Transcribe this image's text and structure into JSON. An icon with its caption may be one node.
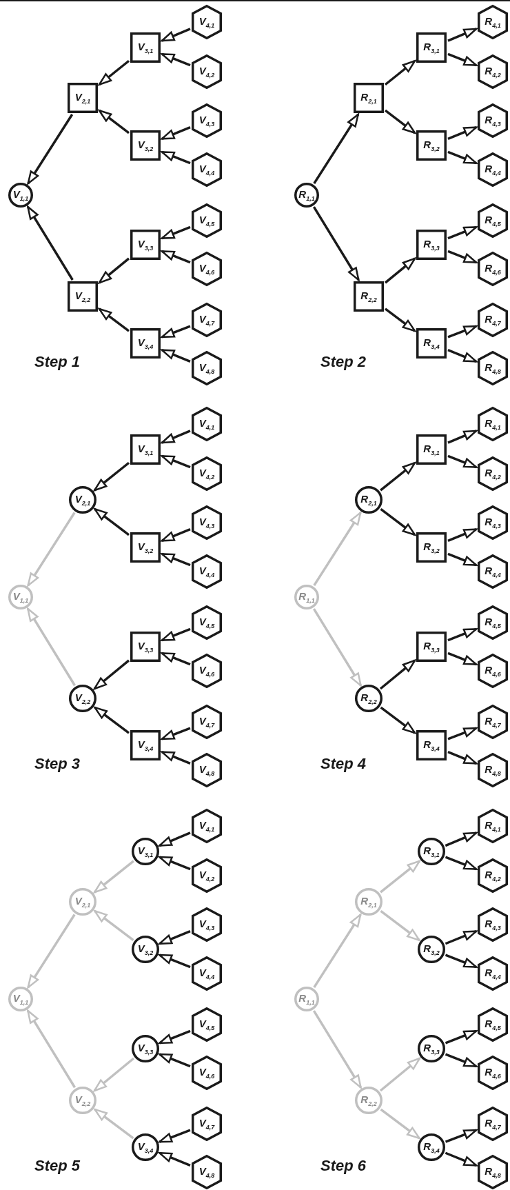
{
  "diagram": {
    "nodes": [
      {
        "text": [
          "V$_{1,1}$"
        ]
      },
      {
        "text": [
          "V$_{2,1}$"
        ]
      },
      {
        "text": [
          "V$_{2,2}$"
        ]
      },
      {
        "text": [
          "V$_{3,1}$"
        ]
      },
      {
        "text": [
          "V$_{3,2}$"
        ]
      },
      {
        "text": [
          "V$_{3,3}$"
        ]
      },
      {
        "text": [
          "V$_{3,4}$"
        ]
      },
      {
        "text": [
          "V$_{4,1}$"
        ]
      },
      {
        "text": [
          "V$_{4,2}$"
        ]
      },
      {
        "text": [
          "V$_{4,3}$"
        ]
      },
      {
        "text": [
          "V$_{4,4}$"
        ]
      },
      {
        "text": [
          "V$_{4,5}$"
        ]
      },
      {
        "text": [
          "V$_{4,6}$"
        ]
      },
      {
        "text": [
          "V$_{4,7}$"
        ]
      },
      {
        "text": [
          "V$_{4,8}$"
        ]
      },
      {
        "text": [
          "R$_{1,1}$"
        ]
      },
      {
        "text": [
          "R$_{2,1}$"
        ]
      },
      {
        "text": [
          "R$_{2,2}$"
        ]
      },
      {
        "text": [
          "R$_{3,1}$"
        ]
      },
      {
        "text": [
          "R$_{3,2}$"
        ]
      },
      {
        "text": [
          "R$_{3,3}$"
        ]
      },
      {
        "text": [
          "R$_{3,4}$"
        ]
      },
      {
        "text": [
          "R$_{4,1}$"
        ]
      },
      {
        "text": [
          "R$_{4,2}$"
        ]
      },
      {
        "text": [
          "R$_{4,3}$"
        ]
      },
      {
        "text": [
          "R$_{4,4}$"
        ]
      },
      {
        "text": [
          "R$_{4,5}$"
        ]
      },
      {
        "text": [
          "R$_{4,6}$"
        ]
      },
      {
        "text": [
          "R$_{4,7}$"
        ]
      },
      {
        "text": [
          "R$_{4,8}$"
        ]
      },
      {
        "text": [
          "V$_{1,1}$"
        ]
      },
      {
        "text": [
          "V$_{2,1}$"
        ]
      },
      {
        "text": [
          "V$_{2,2}$"
        ]
      },
      {
        "text": [
          "V$_{3,1}$"
        ]
      },
      {
        "text": [
          "V$_{3,2}$"
        ]
      },
      {
        "text": [
          "V$_{3,3}$"
        ]
      },
      {
        "text": [
          "V$_{3,4}$"
        ]
      },
      {
        "text": [
          "V$_{4,1}$"
        ]
      },
      {
        "text": [
          "V$_{4,2}$"
        ]
      },
      {
        "text": [
          "V$_{4,3}$"
        ]
      },
      {
        "text": [
          "V$_{4,4}$"
        ]
      },
      {
        "text": [
          "V$_{4,5}$"
        ]
      },
      {
        "text": [
          "V$_{4,6}$"
        ]
      },
      {
        "text": [
          "V$_{4,7}$"
        ]
      },
      {
        "text": [
          "V$_{4,8}$"
        ]
      },
      {
        "text": [
          "R$_{1,1}$"
        ]
      },
      {
        "text": [
          "R$_{2,1}$"
        ]
      },
      {
        "text": [
          "R$_{2,2}$"
        ]
      },
      {
        "text": [
          "R$_{3,1}$"
        ]
      },
      {
        "text": [
          "R$_{3,2}$"
        ]
      },
      {
        "text": [
          "R$_{3,3}$"
        ]
      },
      {
        "text": [
          "R$_{3,4}$"
        ]
      },
      {
        "text": [
          "R$_{4,1}$"
        ]
      },
      {
        "text": [
          "R$_{4,2}$"
        ]
      },
      {
        "text": [
          "R$_{4,3}$"
        ]
      },
      {
        "text": [
          "R$_{4,4}$"
        ]
      },
      {
        "text": [
          "R$_{4,5}$"
        ]
      },
      {
        "text": [
          "R$_{4,6}$"
        ]
      },
      {
        "text": [
          "R$_{4,7}$"
        ]
      },
      {
        "text": [
          "R$_{4,8}$"
        ]
      },
      {
        "text": [
          "V$_{1,1}$"
        ]
      },
      {
        "text": [
          "V$_{2,1}$"
        ]
      },
      {
        "text": [
          "V$_{2,2}$"
        ]
      },
      {
        "text": [
          "V$_{3,1}$"
        ]
      },
      {
        "text": [
          "V$_{3,2}$"
        ]
      },
      {
        "text": [
          "V$_{3,3}$"
        ]
      },
      {
        "text": [
          "V$_{3,4}$"
        ]
      },
      {
        "text": [
          "V$_{4,1}$"
        ]
      },
      {
        "text": [
          "V$_{4,2}$"
        ]
      },
      {
        "text": [
          "V$_{4,3}$"
        ]
      },
      {
        "text": [
          "V$_{4,4}$"
        ]
      },
      {
        "text": [
          "V$_{4,5}$"
        ]
      },
      {
        "text": [
          "V$_{4,6}$"
        ]
      },
      {
        "text": [
          "V$_{4,7}$"
        ]
      },
      {
        "text": [
          "V$_{4,8}$"
        ]
      },
      {
        "text": [
          "R$_{1,1}$"
        ]
      },
      {
        "text": [
          "R$_{2,1}$"
        ]
      },
      {
        "text": [
          "R$_{2,2}$"
        ]
      },
      {
        "text": [
          "R$_{3,1}$"
        ]
      },
      {
        "text": [
          "R$_{3,2}$"
        ]
      },
      {
        "text": [
          "R$_{3,3}$"
        ]
      },
      {
        "text": [
          "R$_{3,4}$"
        ]
      },
      {
        "text": [
          "R$_{4,1}$"
        ]
      },
      {
        "text": [
          "R$_{4,2}$"
        ]
      },
      {
        "text": [
          "R$_{4,3}$"
        ]
      },
      {
        "text": [
          "R$_{4,4}$"
        ]
      },
      {
        "text": [
          "R$_{4,5}$"
        ]
      },
      {
        "text": [
          "R$_{4,6}$"
        ]
      },
      {
        "text": [
          "R$_{4,7}$"
        ]
      },
      {
        "text": [
          "R$_{4,8}$"
        ]
      }
    ],
    "edges": [
      {
        "from": 1,
        "to": 0,
        "arrow": "to"
      },
      {
        "from": 2,
        "to": 0,
        "arrow": "to"
      },
      {
        "from": 3,
        "to": 1,
        "arrow": "to"
      },
      {
        "from": 4,
        "to": 1,
        "arrow": "to"
      },
      {
        "from": 5,
        "to": 2,
        "arrow": "to"
      },
      {
        "from": 6,
        "to": 2,
        "arrow": "to"
      },
      {
        "from": 7,
        "to": 3,
        "arrow": "to"
      },
      {
        "from": 8,
        "to": 3,
        "arrow": "to"
      },
      {
        "from": 9,
        "to": 4,
        "arrow": "to"
      },
      {
        "from": 10,
        "to": 4,
        "arrow": "to"
      },
      {
        "from": 11,
        "to": 5,
        "arrow": "to"
      },
      {
        "from": 12,
        "to": 5,
        "arrow": "to"
      },
      {
        "from": 13,
        "to": 6,
        "arrow": "to"
      },
      {
        "from": 14,
        "to": 6,
        "arrow": "to"
      },
      {
        "from": 15,
        "to": 16,
        "arrow": "to"
      },
      {
        "from": 15,
        "to": 17,
        "arrow": "to"
      },
      {
        "from": 16,
        "to": 18,
        "arrow": "to"
      },
      {
        "from": 16,
        "to": 19,
        "arrow": "to"
      },
      {
        "from": 17,
        "to": 20,
        "arrow": "to"
      },
      {
        "from": 17,
        "to": 21,
        "arrow": "to"
      },
      {
        "from": 18,
        "to": 22,
        "arrow": "to"
      },
      {
        "from": 18,
        "to": 23,
        "arrow": "to"
      },
      {
        "from": 19,
        "to": 24,
        "arrow": "to"
      },
      {
        "from": 19,
        "to": 25,
        "arrow": "to"
      },
      {
        "from": 20,
        "to": 26,
        "arrow": "to"
      },
      {
        "from": 20,
        "to": 27,
        "arrow": "to"
      },
      {
        "from": 21,
        "to": 28,
        "arrow": "to"
      },
      {
        "from": 21,
        "to": 29,
        "arrow": "to"
      },
      {
        "from": 31,
        "to": 30,
        "arrow": "to",
        "color": "#c0c0c0"
      },
      {
        "from": 32,
        "to": 30,
        "arrow": "to",
        "color": "#c0c0c0"
      },
      {
        "from": 33,
        "to": 31,
        "arrow": "to"
      },
      {
        "from": 34,
        "to": 31,
        "arrow": "to"
      },
      {
        "from": 35,
        "to": 32,
        "arrow": "to"
      },
      {
        "from": 36,
        "to": 32,
        "arrow": "to"
      },
      {
        "from": 37,
        "to": 33,
        "arrow": "to"
      },
      {
        "from": 38,
        "to": 33,
        "arrow": "to"
      },
      {
        "from": 39,
        "to": 34,
        "arrow": "to"
      },
      {
        "from": 40,
        "to": 34,
        "arrow": "to"
      },
      {
        "from": 41,
        "to": 35,
        "arrow": "to"
      },
      {
        "from": 42,
        "to": 35,
        "arrow": "to"
      },
      {
        "from": 43,
        "to": 36,
        "arrow": "to"
      },
      {
        "from": 44,
        "to": 36,
        "arrow": "to"
      },
      {
        "from": 45,
        "to": 46,
        "arrow": "to",
        "color": "#c0c0c0"
      },
      {
        "from": 45,
        "to": 47,
        "arrow": "to",
        "color": "#c0c0c0"
      },
      {
        "from": 46,
        "to": 48,
        "arrow": "to"
      },
      {
        "from": 46,
        "to": 49,
        "arrow": "to"
      },
      {
        "from": 47,
        "to": 50,
        "arrow": "to"
      },
      {
        "from": 47,
        "to": 51,
        "arrow": "to"
      },
      {
        "from": 48,
        "to": 52,
        "arrow": "to"
      },
      {
        "from": 48,
        "to": 53,
        "arrow": "to"
      },
      {
        "from": 49,
        "to": 54,
        "arrow": "to"
      },
      {
        "from": 49,
        "to": 55,
        "arrow": "to"
      },
      {
        "from": 50,
        "to": 56,
        "arrow": "to"
      },
      {
        "from": 50,
        "to": 57,
        "arrow": "to"
      },
      {
        "from": 51,
        "to": 58,
        "arrow": "to"
      },
      {
        "from": 51,
        "to": 59,
        "arrow": "to"
      },
      {
        "from": 61,
        "to": 60,
        "arrow": "to",
        "color": "#c0c0c0"
      },
      {
        "from": 62,
        "to": 60,
        "arrow": "to",
        "color": "#c0c0c0"
      },
      {
        "from": 63,
        "to": 61,
        "arrow": "to",
        "color": "#c0c0c0"
      },
      {
        "from": 64,
        "to": 61,
        "arrow": "to",
        "color": "#c0c0c0"
      },
      {
        "from": 65,
        "to": 62,
        "arrow": "to",
        "color": "#c0c0c0"
      },
      {
        "from": 66,
        "to": 62,
        "arrow": "to",
        "color": "#c0c0c0"
      },
      {
        "from": 67,
        "to": 63,
        "arrow": "to"
      },
      {
        "from": 68,
        "to": 63,
        "arrow": "to"
      },
      {
        "from": 69,
        "to": 64,
        "arrow": "to"
      },
      {
        "from": 70,
        "to": 64,
        "arrow": "to"
      },
      {
        "from": 71,
        "to": 65,
        "arrow": "to"
      },
      {
        "from": 72,
        "to": 65,
        "arrow": "to"
      },
      {
        "from": 73,
        "to": 66,
        "arrow": "to"
      },
      {
        "from": 74,
        "to": 66,
        "arrow": "to"
      },
      {
        "from": 75,
        "to": 76,
        "arrow": "to",
        "color": "#c0c0c0"
      },
      {
        "from": 75,
        "to": 77,
        "arrow": "to",
        "color": "#c0c0c0"
      },
      {
        "from": 76,
        "to": 78,
        "arrow": "to",
        "color": "#c0c0c0"
      },
      {
        "from": 76,
        "to": 79,
        "arrow": "to",
        "color": "#c0c0c0"
      },
      {
        "from": 77,
        "to": 80,
        "arrow": "to",
        "color": "#c0c0c0"
      },
      {
        "from": 77,
        "to": 81,
        "arrow": "to",
        "color": "#c0c0c0"
      },
      {
        "from": 78,
        "to": 82,
        "arrow": "to"
      },
      {
        "from": 78,
        "to": 83,
        "arrow": "to"
      },
      {
        "from": 79,
        "to": 84,
        "arrow": "to"
      },
      {
        "from": 79,
        "to": 85,
        "arrow": "to"
      },
      {
        "from": 80,
        "to": 86,
        "arrow": "to"
      },
      {
        "from": 80,
        "to": 87,
        "arrow": "to"
      },
      {
        "from": 81,
        "to": 88,
        "arrow": "to"
      },
      {
        "from": 81,
        "to": 89,
        "arrow": "to"
      }
    ],
    "labels": [
      "Step 1",
      "Step 2",
      "Step 3",
      "Step 4",
      "Step 5",
      "Step 6"
    ]
  }
}
